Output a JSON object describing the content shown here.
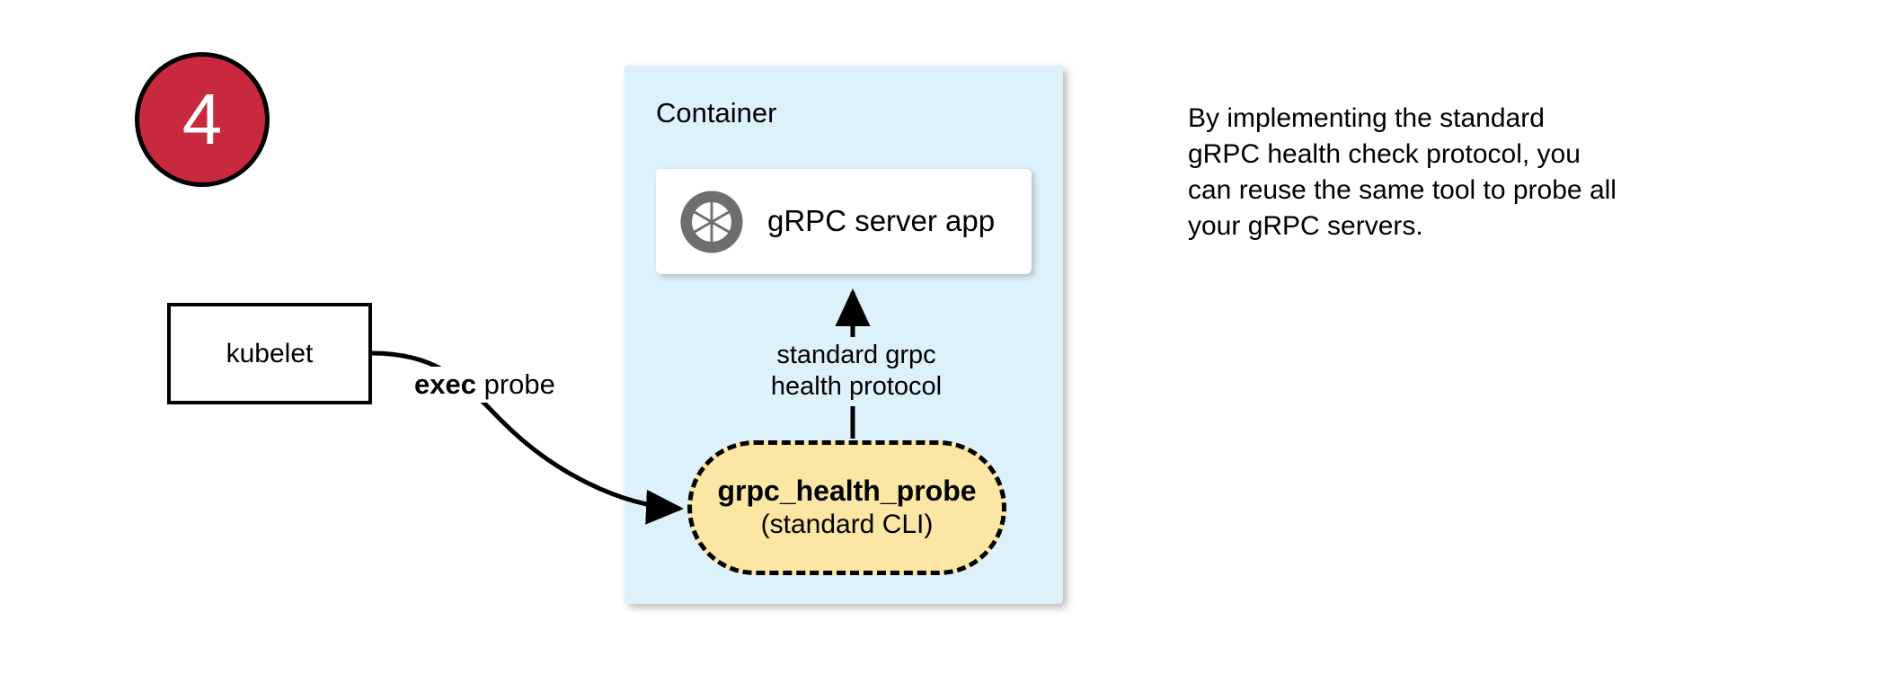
{
  "step": {
    "number": "4"
  },
  "container": {
    "label": "Container"
  },
  "server_card": {
    "icon": "grpc-aperture-icon",
    "label": "gRPC server app"
  },
  "probe": {
    "title": "grpc_health_probe",
    "subtitle": "(standard CLI)"
  },
  "kubelet": {
    "label": "kubelet"
  },
  "connections": {
    "exec_probe": {
      "bold_text": "exec",
      "rest_text": " probe"
    },
    "protocol": {
      "line1": "standard grpc",
      "line2": "health protocol"
    }
  },
  "description": {
    "line1": "By implementing the standard",
    "line2": "gRPC health check protocol, you",
    "line3": "can reuse the same tool to probe all",
    "line4": "your gRPC servers."
  },
  "colors": {
    "badge_fill": "#c9293f",
    "badge_text": "#ffffff",
    "container_fill": "#ddf1fb",
    "probe_fill": "#fce6a4",
    "card_fill": "#ffffff",
    "icon_gray": "#6e6e6e",
    "stroke": "#000000"
  }
}
